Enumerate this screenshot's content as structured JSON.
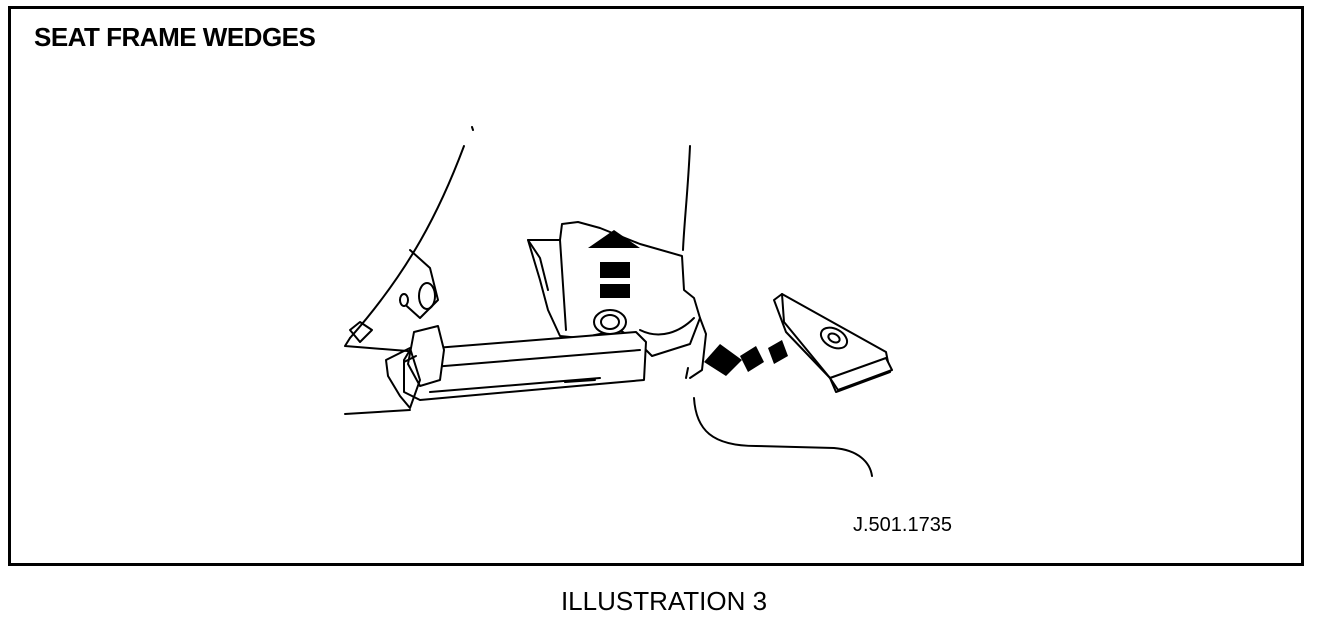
{
  "diagram": {
    "title": "SEAT FRAME WEDGES",
    "reference_number": "J.501.1735",
    "caption": "ILLUSTRATION 3"
  }
}
